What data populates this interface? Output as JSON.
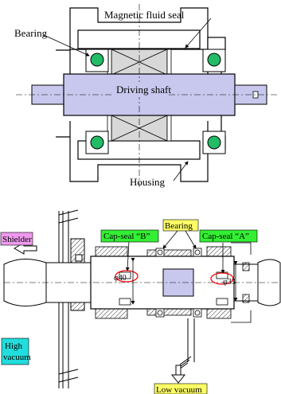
{
  "figure_top": {
    "magnetic_fluid_seal": "Magnetic fluid seal",
    "bearing": "Bearing",
    "driving_shaft": "Driving shaft",
    "housing": "Housing"
  },
  "figure_bottom": {
    "bearing": "Bearing",
    "cap_seal_b": "Cap-seal “B”",
    "cap_seal_a": "Cap-seal “A”",
    "shielder": "Shielder",
    "diameter_40": "φ40",
    "diameter_33": "φ33",
    "high": "High",
    "vacuum": "vacuum",
    "low_vacuum": "Low vacuum",
    "colors": {
      "bearing_tag": "#ffff66",
      "cap_seal_tag": "#33ee33",
      "shielder_tag": "#ee99ee",
      "high_vacuum_tag": "#22dddd",
      "low_vacuum_tag": "#ffff66",
      "shaft_fill": "#c8c8ee",
      "ellipse": "#ff0000"
    }
  }
}
